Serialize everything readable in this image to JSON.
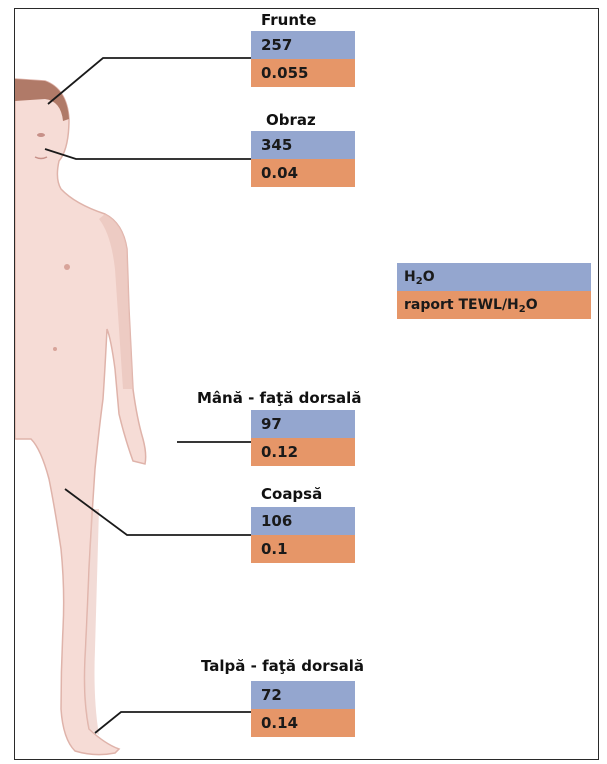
{
  "regions": [
    {
      "id": "frunte",
      "name": "Frunte",
      "h2o": "257",
      "ratio": "0.055"
    },
    {
      "id": "obraz",
      "name": "Obraz",
      "h2o": "345",
      "ratio": "0.04"
    },
    {
      "id": "mana",
      "name": "Mână - faţă dorsală",
      "h2o": "97",
      "ratio": "0.12"
    },
    {
      "id": "coapsa",
      "name": "Coapsă",
      "h2o": "106",
      "ratio": "0.1"
    },
    {
      "id": "talpa",
      "name": "Talpă - faţă dorsală",
      "h2o": "72",
      "ratio": "0.14"
    }
  ],
  "legend": {
    "h2o_prefix": "H",
    "h2o_sub": "2",
    "h2o_suffix": "O",
    "ratio_prefix": "raport  TEWL/H",
    "ratio_sub": "2",
    "ratio_suffix": "O"
  },
  "colors": {
    "h2o": "#94a6cf",
    "ratio": "#e69668",
    "skin": "#f6dcd6",
    "skin_edge": "#dfb3aa",
    "hair": "#b07a68"
  }
}
